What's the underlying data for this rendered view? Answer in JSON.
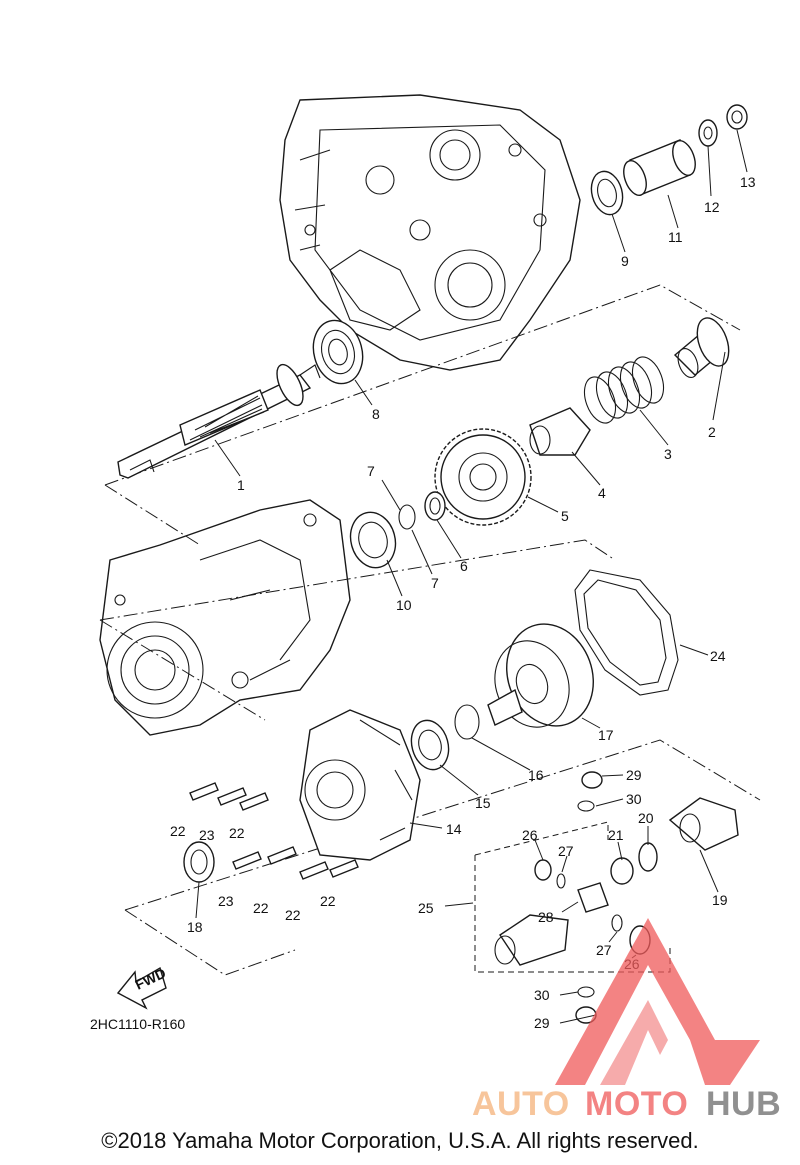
{
  "diagram_code": "2HC1110-R160",
  "fwd_label": "FWD",
  "copyright": "©2018 Yamaha Motor Corporation, U.S.A. All rights reserved.",
  "watermark": {
    "part1": "AUTO",
    "part2": "MOTO",
    "part3": "HUB",
    "color_light": "#f5b27a",
    "color_red": "#ef5a5a",
    "color_gray": "#6b6b6b"
  },
  "callouts": {
    "c1": "1",
    "c2": "2",
    "c3": "3",
    "c4": "4",
    "c5": "5",
    "c6": "6",
    "c7a": "7",
    "c7b": "7",
    "c8": "8",
    "c9": "9",
    "c10": "10",
    "c11": "11",
    "c12": "12",
    "c13": "13",
    "c14": "14",
    "c15": "15",
    "c16": "16",
    "c17": "17",
    "c18": "18",
    "c19": "19",
    "c20": "20",
    "c21": "21",
    "c22a": "22",
    "c22b": "22",
    "c22c": "22",
    "c22d": "22",
    "c22e": "22",
    "c23a": "23",
    "c23b": "23",
    "c24": "24",
    "c25": "25",
    "c26a": "26",
    "c26b": "26",
    "c27a": "27",
    "c27b": "27",
    "c28": "28",
    "c29a": "29",
    "c29b": "29",
    "c30a": "30",
    "c30b": "30"
  }
}
